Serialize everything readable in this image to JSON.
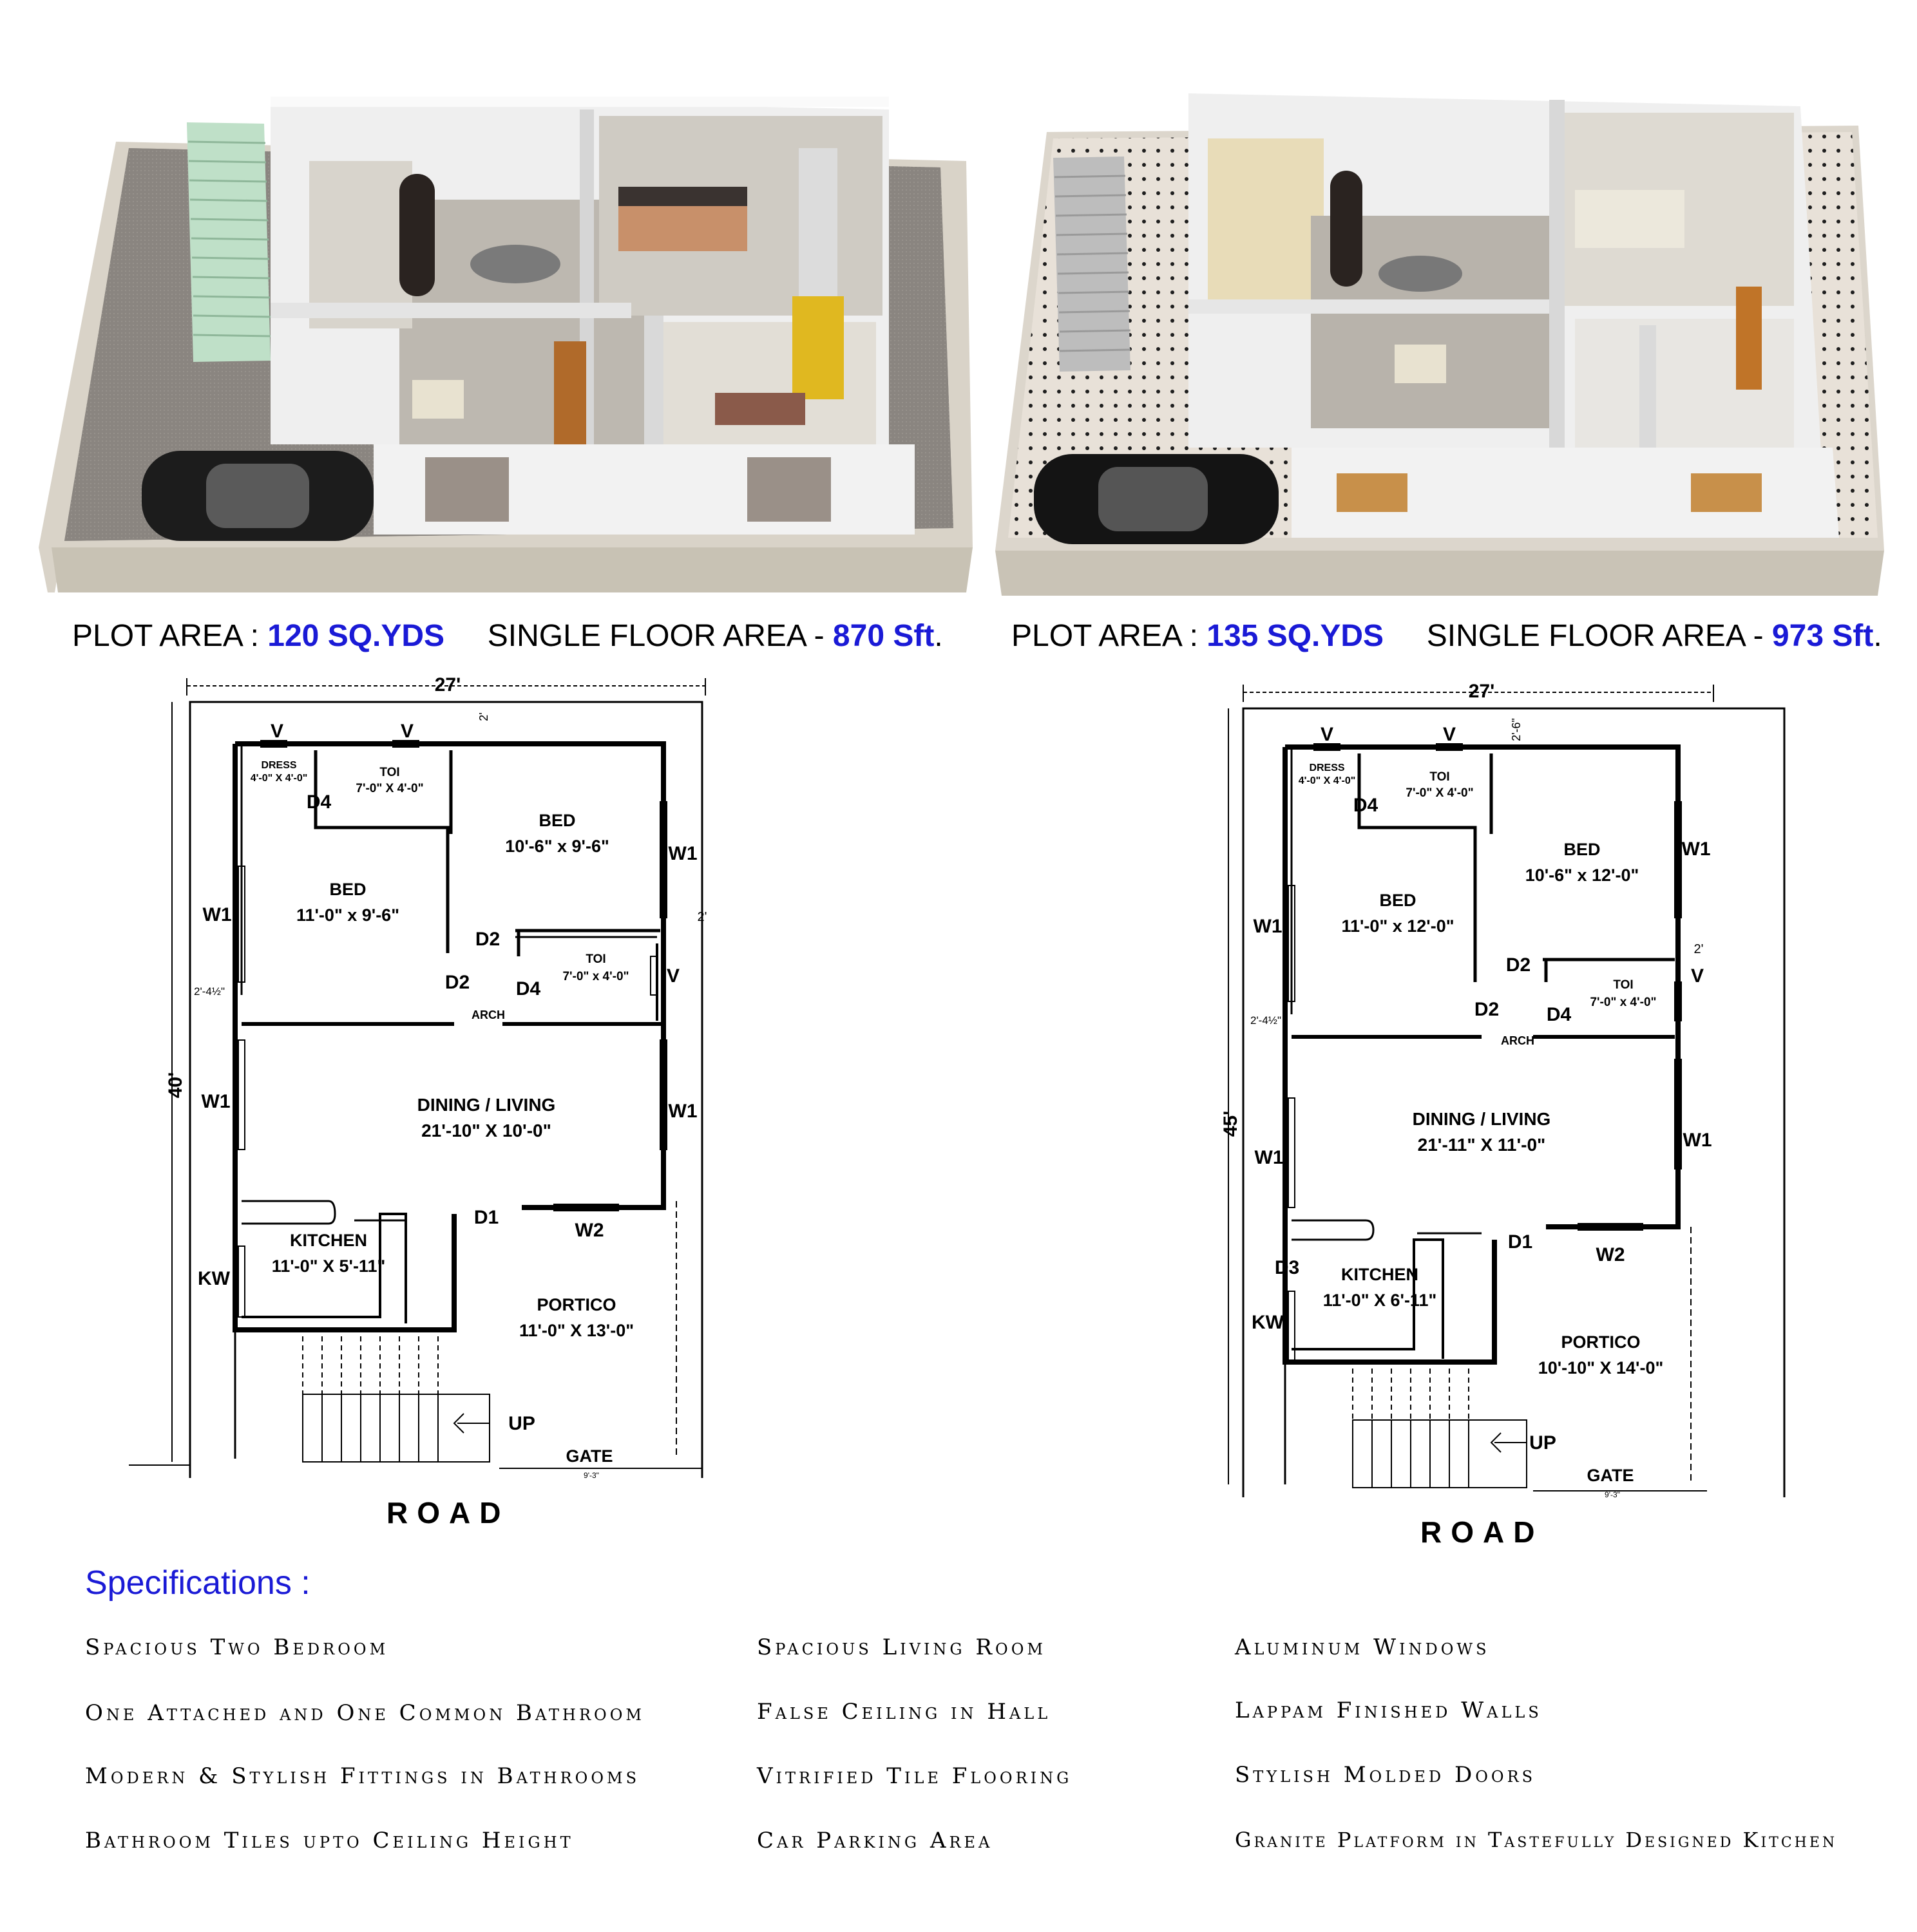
{
  "plans": [
    {
      "area": {
        "plot_label": "PLOT AREA : ",
        "plot_value": "120 SQ.YDS",
        "floor_label": "SINGLE FLOOR AREA - ",
        "floor_value": "870 Sft",
        "period": "."
      },
      "width_dim": "27'",
      "depth_dim": "40'",
      "rooms": {
        "dress": "DRESS",
        "dress_size": "4'-0\" X 4'-0\"",
        "toi1": "TOI",
        "toi1_size": "7'-0\" X 4'-0\"",
        "bed1": "BED",
        "bed1_size": "11'-0\" x 9'-6\"",
        "bed2": "BED",
        "bed2_size": "10'-6\" x 9'-6\"",
        "toi2": "TOI",
        "toi2_size": "7'-0\" x 4'-0\"",
        "dining": "DINING / LIVING",
        "dining_size": "21'-10\" X 10'-0\"",
        "kitchen": "KITCHEN",
        "kitchen_size": "11'-0\" X 5'-11\"",
        "portico": "PORTICO",
        "portico_size": "11'-0\" X 13'-0\""
      },
      "labels": {
        "v1": "V",
        "v2": "V",
        "v3": "V",
        "d4a": "D4",
        "d4b": "D4",
        "d2a": "D2",
        "d2b": "D2",
        "w1a": "W1",
        "w1b": "W1",
        "w1c": "W1",
        "w1d": "W1",
        "d1": "D1",
        "w2": "W2",
        "kw": "KW",
        "arch": "ARCH",
        "up": "UP",
        "gate": "GATE",
        "dim_2top": "2'",
        "dim_2side": "2'",
        "dim_24": "2'-4½\"",
        "dim_gate": "9'-3\""
      },
      "road": "ROAD"
    },
    {
      "area": {
        "plot_label": "PLOT AREA : ",
        "plot_value": "135 SQ.YDS",
        "floor_label": "SINGLE FLOOR AREA - ",
        "floor_value": "973 Sft",
        "period": "."
      },
      "width_dim": "27'",
      "depth_dim": "45'",
      "rooms": {
        "dress": "DRESS",
        "dress_size": "4'-0\" X 4'-0\"",
        "toi1": "TOI",
        "toi1_size": "7'-0\" X 4'-0\"",
        "bed1": "BED",
        "bed1_size": "11'-0\" x 12'-0\"",
        "bed2": "BED",
        "bed2_size": "10'-6\" x 12'-0\"",
        "toi2": "TOI",
        "toi2_size": "7'-0\" x 4'-0\"",
        "dining": "DINING / LIVING",
        "dining_size": "21'-11\" X 11'-0\"",
        "kitchen": "KITCHEN",
        "kitchen_size": "11'-0\" X 6'-11\"",
        "portico": "PORTICO",
        "portico_size": "10'-10\" X 14'-0\""
      },
      "labels": {
        "v1": "V",
        "v2": "V",
        "v3": "V",
        "d4a": "D4",
        "d4b": "D4",
        "d2a": "D2",
        "d2b": "D2",
        "w1a": "W1",
        "w1b": "W1",
        "w1c": "W1",
        "w1d": "W1",
        "d1": "D1",
        "w2": "W2",
        "d3": "D3",
        "kw": "KW",
        "arch": "ARCH",
        "up": "UP",
        "gate": "GATE",
        "dim_2top": "2'-6\"",
        "dim_2side": "2'",
        "dim_24": "2'-4½\"",
        "dim_gate": "9'-3\""
      },
      "road": "ROAD"
    }
  ],
  "specifications": {
    "title": "Specifications :",
    "col1": [
      "Spacious Two Bedroom",
      "One Attached and One Common Bathroom",
      "Modern & Stylish Fittings in Bathrooms",
      "Bathroom Tiles upto Ceiling Height"
    ],
    "col2": [
      "Spacious Living Room",
      "False Ceiling in Hall",
      "Vitrified Tile Flooring",
      "Car Parking Area"
    ],
    "col3": [
      "Aluminum Windows",
      "Lappam Finished Walls",
      "Stylish Molded Doors",
      "Granite Platform in Tastefully Designed Kitchen"
    ]
  }
}
